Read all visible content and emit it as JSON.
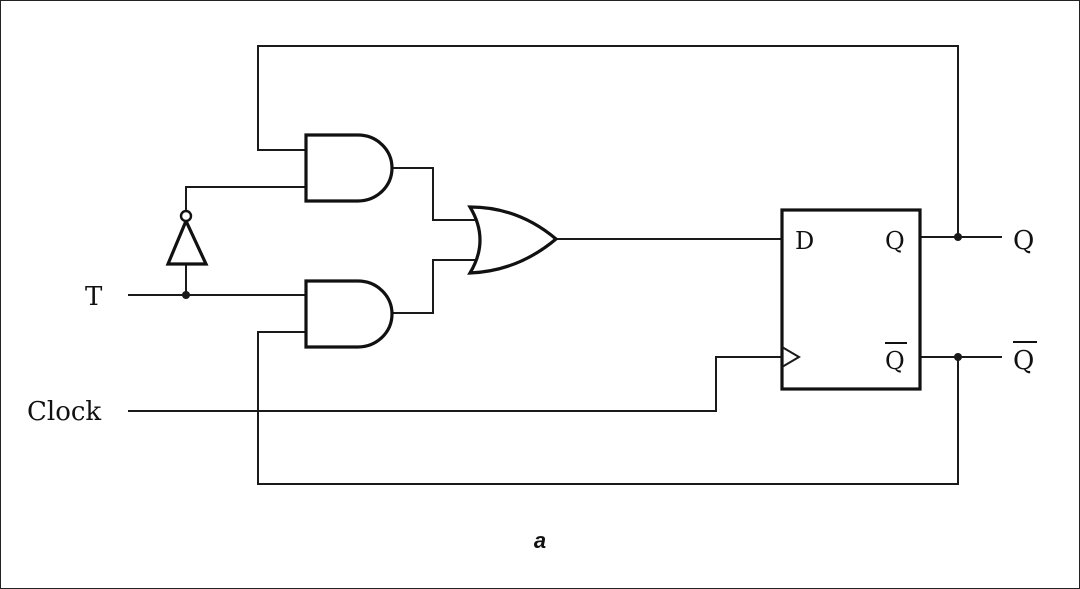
{
  "labels": {
    "input_t": "T",
    "input_clock": "Clock",
    "ff_d": "D",
    "ff_q": "Q",
    "ff_qbar": "Q",
    "out_q": "Q",
    "out_qbar": "Q"
  },
  "caption": "a",
  "colors": {
    "line": "#1a1a1a",
    "background": "#ffffff"
  }
}
